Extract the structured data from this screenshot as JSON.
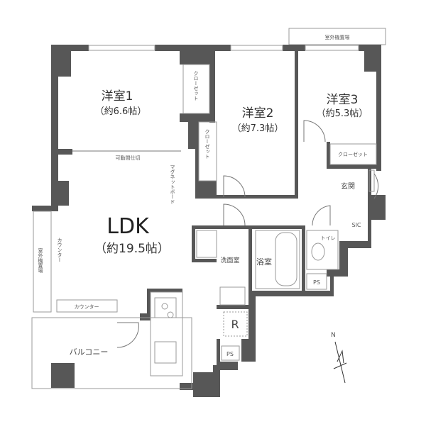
{
  "rooms": {
    "western1": {
      "name": "洋室1",
      "size": "（約6.6帖）"
    },
    "western2": {
      "name": "洋室2",
      "size": "（約7.3帖）"
    },
    "western3": {
      "name": "洋室3",
      "size": "（約5.3帖）"
    },
    "ldk": {
      "name": "LDK",
      "size": "（約19.5帖）"
    }
  },
  "labels": {
    "closet": "クローゼット",
    "outdoor_unit": "室外機置場",
    "movable_partition": "可動間仕切",
    "magnet_board": "マグネットボード",
    "counter": "カウンター",
    "balcony": "バルコニー",
    "entrance": "玄関",
    "sic": "SIC",
    "toilet": "トイレ",
    "washroom": "洗面室",
    "bathroom": "浴室",
    "ps": "PS",
    "refrigerator": "R",
    "north": "N"
  }
}
